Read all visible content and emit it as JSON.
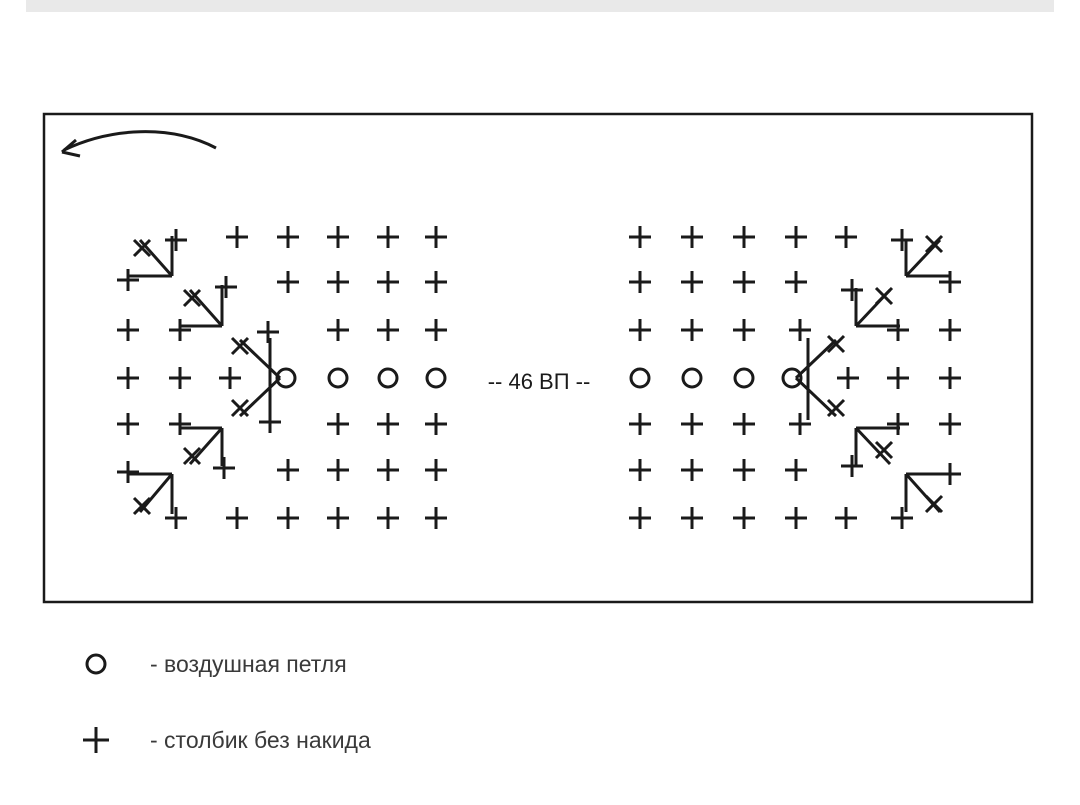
{
  "diagram": {
    "center_label": "-- 46 ВП --"
  },
  "legend": [
    {
      "symbol": "chain-stitch",
      "label": "- воздушная петля"
    },
    {
      "symbol": "single-crochet",
      "label": "- столбик без накида"
    }
  ]
}
